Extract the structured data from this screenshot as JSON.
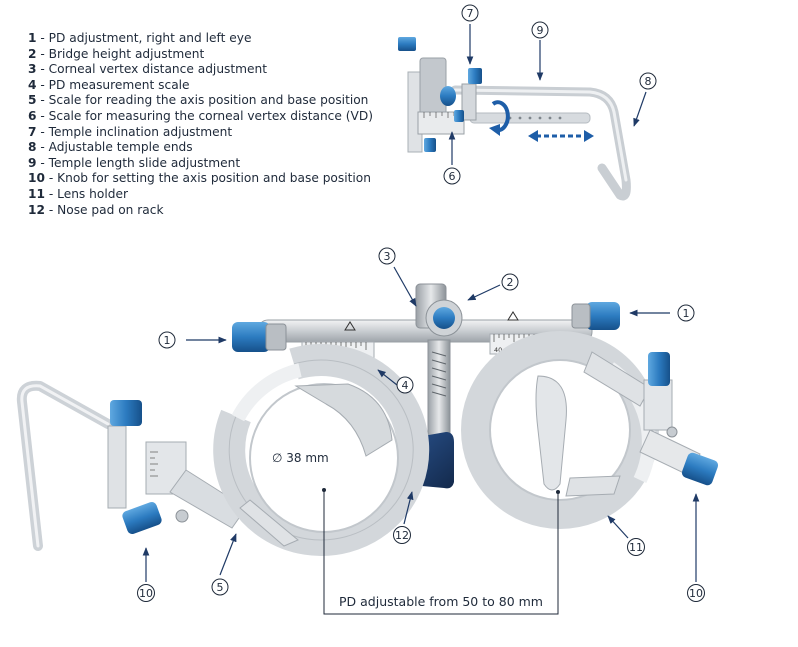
{
  "legend": [
    {
      "num": "1",
      "text": " - PD adjustment, right and left eye"
    },
    {
      "num": "2",
      "text": " - Bridge height adjustment"
    },
    {
      "num": "3",
      "text": " - Corneal vertex distance adjustment"
    },
    {
      "num": "4",
      "text": " - PD measurement scale"
    },
    {
      "num": "5",
      "text": " - Scale for reading the axis position and base position"
    },
    {
      "num": "6",
      "text": " - Scale for measuring the corneal vertex distance (VD)"
    },
    {
      "num": "7",
      "text": " - Temple inclination adjustment"
    },
    {
      "num": "8",
      "text": " - Adjustable temple ends"
    },
    {
      "num": "9",
      "text": " - Temple length slide adjustment"
    },
    {
      "num": "10",
      "text": " - Knob for setting the axis position and base position"
    },
    {
      "num": "11",
      "text": " - Lens holder"
    },
    {
      "num": "12",
      "text": " - Nose pad on rack"
    }
  ],
  "callouts": {
    "c1_left": "1",
    "c1_right": "1",
    "c2": "2",
    "c3": "3",
    "c4": "4",
    "c5": "5",
    "c6": "6",
    "c7": "7",
    "c8": "8",
    "c9": "9",
    "c10_left": "10",
    "c10_right": "10",
    "c11": "11",
    "c12": "12"
  },
  "annotations": {
    "aperture": "∅ 38 mm",
    "pd_range": "PD adjustable from 50 to 80 mm"
  },
  "scales": {
    "pd_left": [
      "25",
      "30",
      "35",
      "40"
    ],
    "pd_right": [
      "40",
      "35",
      "30",
      "25"
    ]
  },
  "colors": {
    "knob_blue": "#2c7bc0",
    "frame_gray": "#d3d7db",
    "nose_pad": "#1d3d6e",
    "arrow": "#1f3a66",
    "motion_arrow": "#1e5ea8"
  }
}
